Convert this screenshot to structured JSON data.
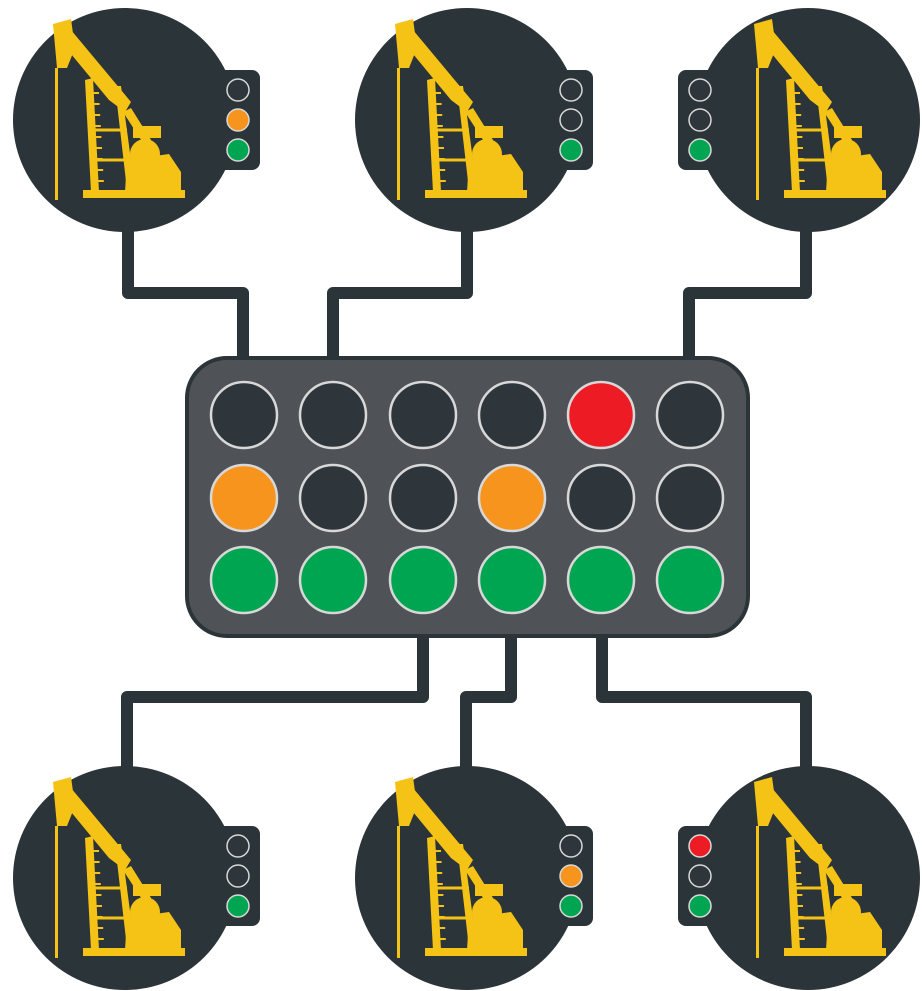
{
  "colors": {
    "background": "#ffffff",
    "dark": "#2b3439",
    "panel": "#4f5357",
    "wire": "#2b3439",
    "pumpjack": "#f5c316",
    "off": "#2e363b",
    "ring": "#d8d8d8",
    "red": "#ed1c24",
    "orange": "#f7941d",
    "green": "#00a551"
  },
  "icons": {
    "pump": "pumpjack-icon",
    "light": "traffic-light-icon"
  },
  "central_panel": {
    "rows": [
      [
        "off",
        "off",
        "off",
        "off",
        "red",
        "off"
      ],
      [
        "orange",
        "off",
        "off",
        "orange",
        "off",
        "off"
      ],
      [
        "green",
        "green",
        "green",
        "green",
        "green",
        "green"
      ]
    ]
  },
  "wells": [
    {
      "id": "well-top-left",
      "lights": [
        "off",
        "orange",
        "green"
      ]
    },
    {
      "id": "well-top-center",
      "lights": [
        "off",
        "off",
        "green"
      ]
    },
    {
      "id": "well-top-right",
      "lights": [
        "off",
        "off",
        "green"
      ]
    },
    {
      "id": "well-bottom-left",
      "lights": [
        "off",
        "off",
        "green"
      ]
    },
    {
      "id": "well-bottom-center",
      "lights": [
        "off",
        "orange",
        "green"
      ]
    },
    {
      "id": "well-bottom-right",
      "lights": [
        "red",
        "off",
        "green"
      ]
    }
  ]
}
